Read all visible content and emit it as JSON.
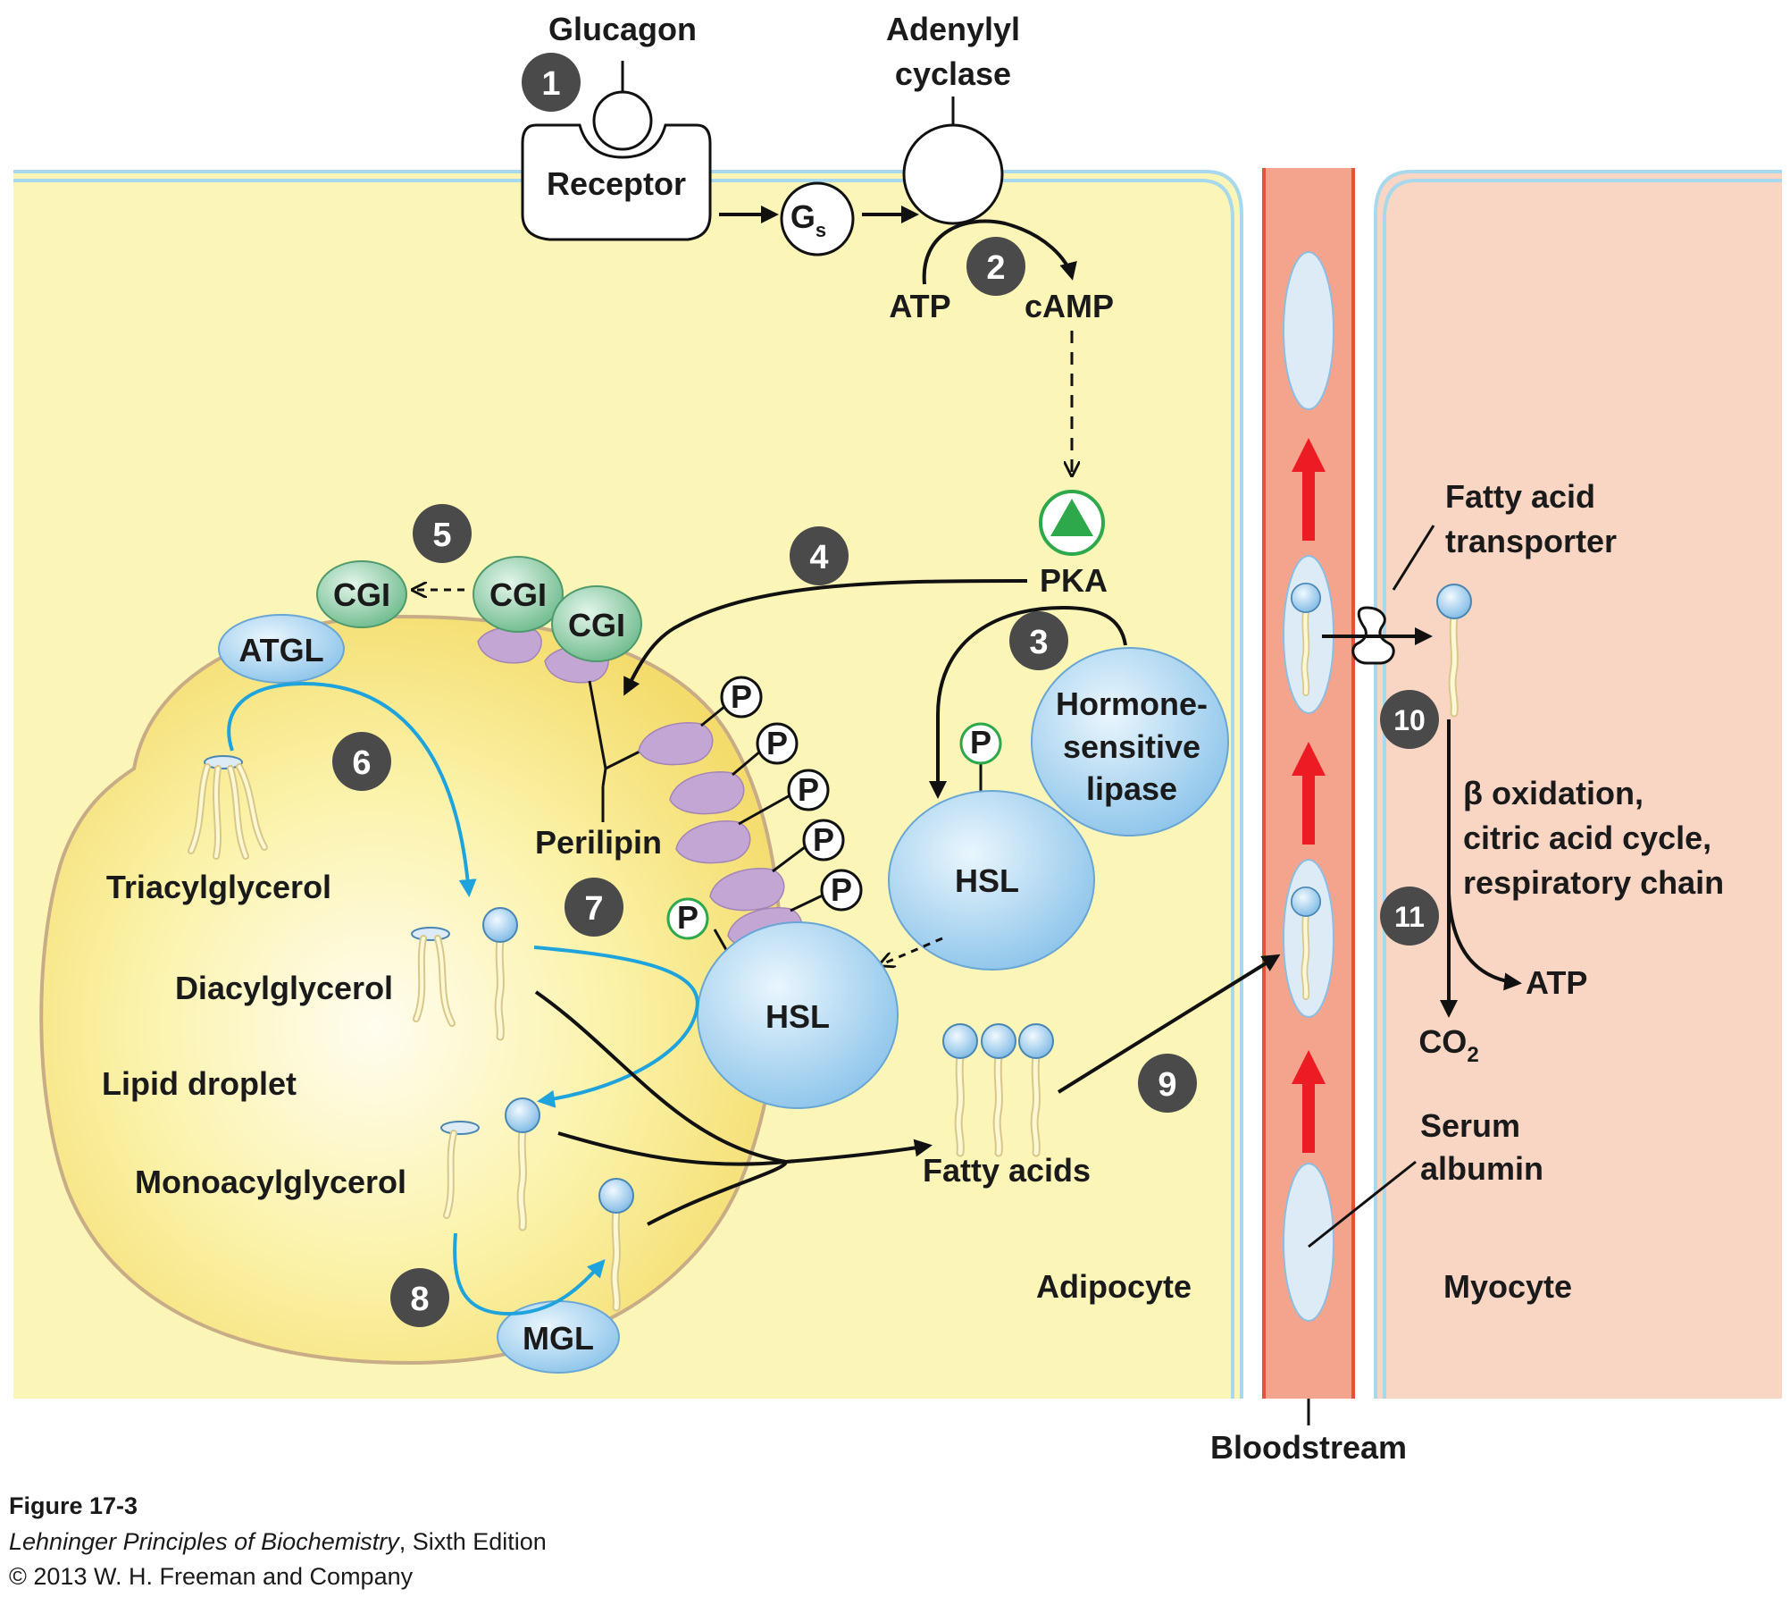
{
  "labels": {
    "glucagon": "Glucagon",
    "adenylyl_line1": "Adenylyl",
    "adenylyl_line2": "cyclase",
    "receptor": "Receptor",
    "gs": "G",
    "gs_sub": "s",
    "atp_top": "ATP",
    "camp": "cAMP",
    "pka": "PKA",
    "fatty_acid_transporter_line1": "Fatty acid",
    "fatty_acid_transporter_line2": "transporter",
    "cgi": "CGI",
    "atgl": "ATGL",
    "hormone_sensitive_line1": "Hormone-",
    "hormone_sensitive_line2": "sensitive",
    "hormone_sensitive_line3": "lipase",
    "hsl": "HSL",
    "phosphate": "P",
    "perilipin": "Perilipin",
    "triacylglycerol": "Triacylglycerol",
    "diacylglycerol": "Diacylglycerol",
    "lipid_droplet": "Lipid droplet",
    "monoacylglycerol": "Monoacylglycerol",
    "mgl": "MGL",
    "fatty_acids": "Fatty acids",
    "adipocyte": "Adipocyte",
    "myocyte": "Myocyte",
    "bloodstream": "Bloodstream",
    "serum_line1": "Serum",
    "serum_line2": "albumin",
    "beta_line1": "β oxidation,",
    "beta_line2": "citric acid cycle,",
    "beta_line3": "respiratory chain",
    "atp_bottom": "ATP",
    "co2": "CO",
    "co2_sub": "2"
  },
  "steps": [
    "1",
    "2",
    "3",
    "4",
    "5",
    "6",
    "7",
    "8",
    "9",
    "10",
    "11"
  ],
  "caption": {
    "figure": "Figure 17-3",
    "book_title": "Lehninger Principles of Biochemistry",
    "book_edition": ", Sixth Edition",
    "copyright": "© 2013 W. H. Freeman and Company"
  },
  "colors": {
    "adipocyte_fill": "#fbf5b8",
    "myocyte_fill": "#f9d6c4",
    "bloodstream_fill": "#f4a48c",
    "bloodstream_edge": "#e8503a",
    "membrane_line": "#a8d8ec",
    "enzyme_blue": "#a9d3f0",
    "cgi_green": "#7cc49a",
    "perilipin_purple": "#c4a6d4",
    "pka_green": "#2da84a",
    "arrow_blue": "#1fa3dc",
    "arrow_red": "#ec1c24",
    "step_badge": "#4a4a4a"
  }
}
